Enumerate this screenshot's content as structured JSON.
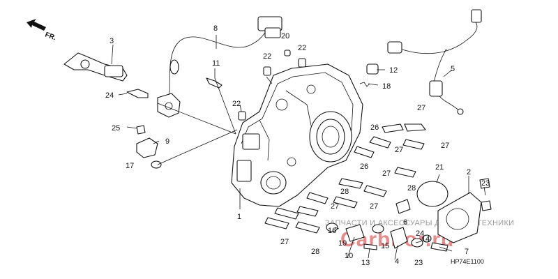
{
  "direction_marker": {
    "label": "FR.",
    "icon": "front-arrow-icon"
  },
  "reference_code": "HP74E1100",
  "watermark": {
    "caption": "ЗАПЧАСТИ И АКСЕССУАРЫ ДЛЯ МОТОТЕХНИКИ",
    "brand": "CarbFor.ru"
  },
  "callouts": {
    "c1": "1",
    "c2": "2",
    "c3": "3",
    "c4": "4",
    "c5": "5",
    "c6": "6",
    "c7": "7",
    "c8": "8",
    "c9": "9",
    "c10": "10",
    "c11": "11",
    "c12": "12",
    "c13": "13",
    "c14": "14",
    "c15": "15",
    "c16": "16",
    "c17": "17",
    "c18": "18",
    "c19": "19",
    "c20": "20",
    "c21": "21",
    "c22a": "22",
    "c22b": "22",
    "c22c": "22",
    "c23a": "23",
    "c23b": "23",
    "c24a": "24",
    "c24b": "24",
    "c25": "25",
    "c26a": "26",
    "c26b": "26",
    "c27a": "27",
    "c27b": "27",
    "c27c": "27",
    "c27d": "27",
    "c27e": "27",
    "c27f": "27",
    "c27g": "27",
    "c28a": "28",
    "c28b": "28",
    "c28c": "28"
  }
}
